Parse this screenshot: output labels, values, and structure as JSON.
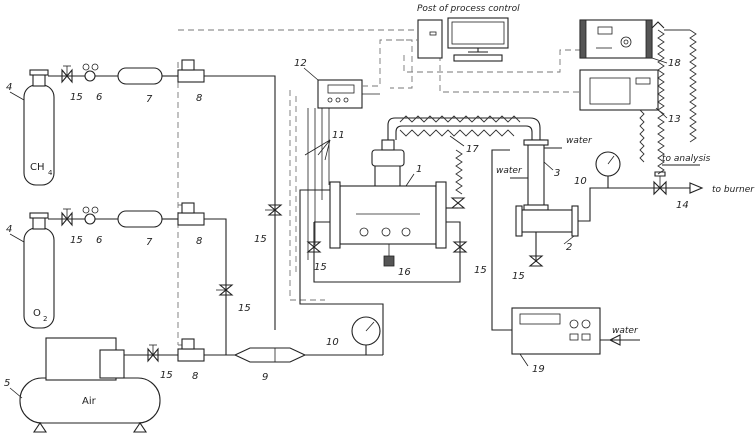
{
  "labels": {
    "post": "Post of process control",
    "water_top": "water",
    "water_left": "water",
    "water_bottom": "water",
    "to_analysis": "to analysis",
    "to_burner": "to burner",
    "ch4": "CH",
    "ch4_sub": "4",
    "o2": "O",
    "o2_sub": "2",
    "air": "Air"
  },
  "numbers": {
    "n1": "1",
    "n2": "2",
    "n3": "3",
    "n4a": "4",
    "n4b": "4",
    "n5": "5",
    "n6a": "6",
    "n6b": "6",
    "n7a": "7",
    "n7b": "7",
    "n8a": "8",
    "n8b": "8",
    "n8c": "8",
    "n9": "9",
    "n10a": "10",
    "n10b": "10",
    "n11": "11",
    "n12": "12",
    "n13": "13",
    "n14": "14",
    "n15a": "15",
    "n15b": "15",
    "n15c": "15",
    "n15d": "15",
    "n15e": "15",
    "n15f": "15",
    "n15g": "15",
    "n15h": "15",
    "n16": "16",
    "n17": "17",
    "n18": "18",
    "n19": "19"
  }
}
